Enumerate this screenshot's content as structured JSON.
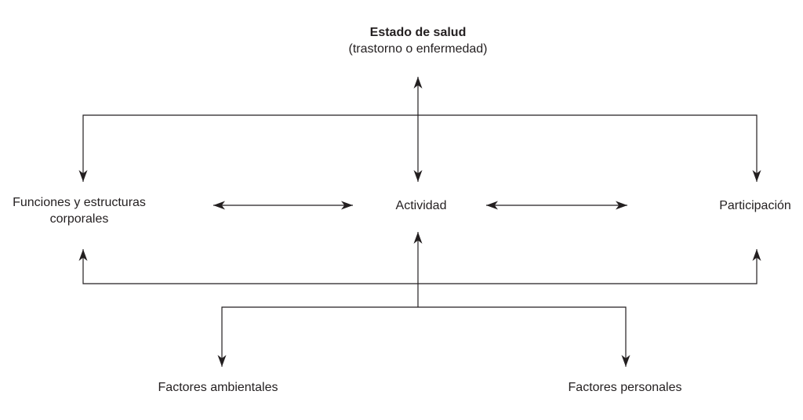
{
  "diagram": {
    "title": "Estado de salud",
    "subtitle": "(trastorno o enfermedad)",
    "nodes": {
      "body_functions_line1": "Funciones y estructuras",
      "body_functions_line2": "corporales",
      "activity": "Actividad",
      "participation": "Participación",
      "environmental_factors": "Factores ambientales",
      "personal_factors": "Factores personales"
    },
    "colors": {
      "line": "#231f20",
      "text": "#231f20",
      "background": "#ffffff"
    }
  }
}
